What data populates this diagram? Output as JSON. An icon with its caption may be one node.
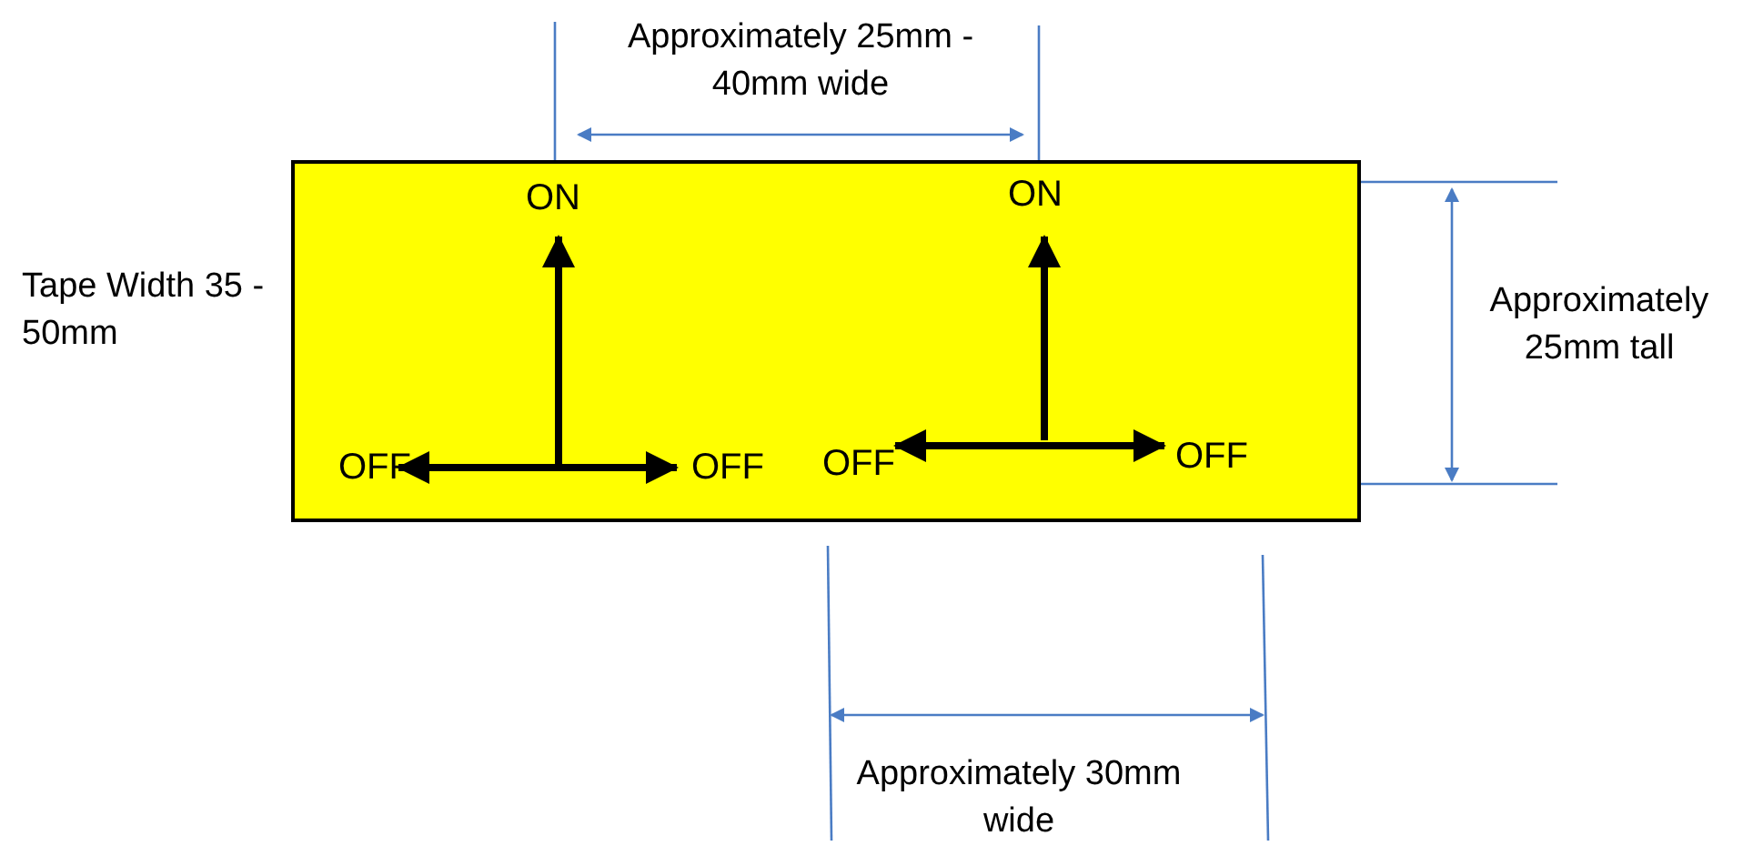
{
  "diagram": {
    "nodes": [
      {
        "text": [
          "ON",
          "ON",
          "OFF",
          "OFF",
          "OFF",
          "OFF"
        ]
      }
    ],
    "labels": [
      "Approximately 25mm - 40mm wide",
      "Tape Width 35 - 50mm",
      "Approximately 25mm tall",
      "Approximately 30mm wide"
    ]
  }
}
